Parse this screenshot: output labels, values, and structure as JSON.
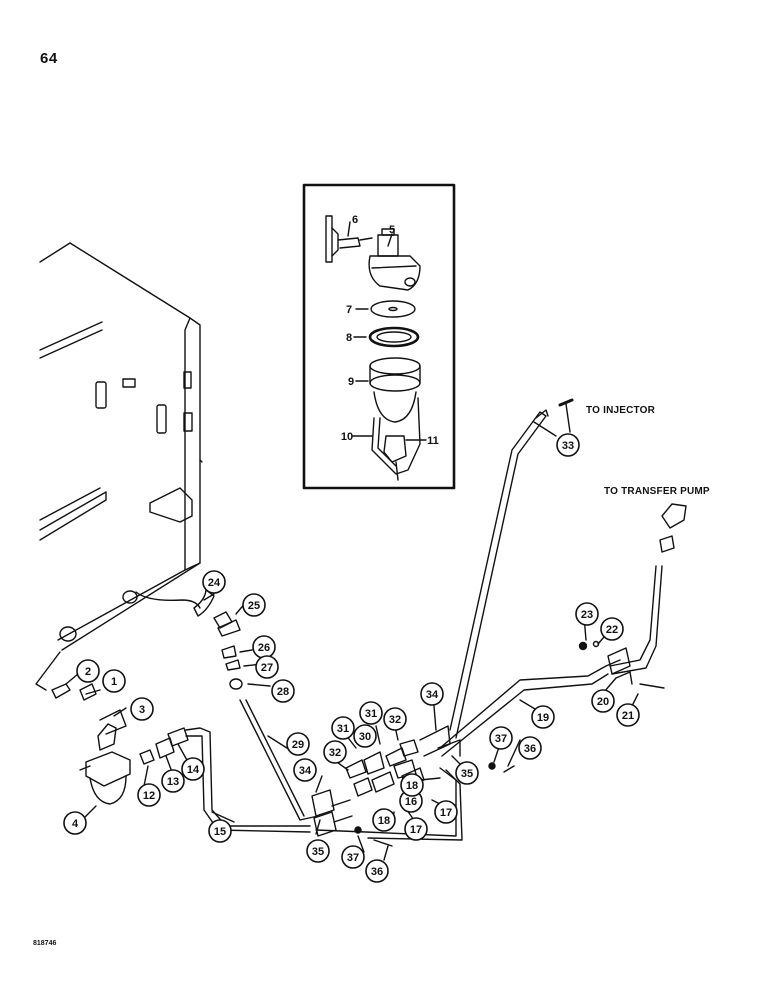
{
  "page_number": "64",
  "figure_code": "818746",
  "labels": {
    "to_injector": "TO INJECTOR",
    "to_transfer_pump": "TO TRANSFER PUMP"
  },
  "callouts": [
    {
      "id": "1",
      "style": "circle"
    },
    {
      "id": "2",
      "style": "circle"
    },
    {
      "id": "3",
      "style": "circle"
    },
    {
      "id": "4",
      "style": "circle"
    },
    {
      "id": "5",
      "style": "plain"
    },
    {
      "id": "6",
      "style": "plain"
    },
    {
      "id": "7",
      "style": "plain"
    },
    {
      "id": "8",
      "style": "plain"
    },
    {
      "id": "9",
      "style": "plain"
    },
    {
      "id": "10",
      "style": "plain"
    },
    {
      "id": "11",
      "style": "plain"
    },
    {
      "id": "12",
      "style": "circle"
    },
    {
      "id": "13",
      "style": "circle"
    },
    {
      "id": "14",
      "style": "circle"
    },
    {
      "id": "15",
      "style": "circle"
    },
    {
      "id": "16",
      "style": "circle"
    },
    {
      "id": "17",
      "style": "circle"
    },
    {
      "id": "17",
      "style": "circle"
    },
    {
      "id": "18",
      "style": "circle"
    },
    {
      "id": "18",
      "style": "circle"
    },
    {
      "id": "19",
      "style": "circle"
    },
    {
      "id": "20",
      "style": "circle"
    },
    {
      "id": "21",
      "style": "circle"
    },
    {
      "id": "22",
      "style": "circle"
    },
    {
      "id": "23",
      "style": "circle"
    },
    {
      "id": "24",
      "style": "circle"
    },
    {
      "id": "25",
      "style": "circle"
    },
    {
      "id": "26",
      "style": "circle"
    },
    {
      "id": "27",
      "style": "circle"
    },
    {
      "id": "28",
      "style": "circle"
    },
    {
      "id": "29",
      "style": "circle"
    },
    {
      "id": "30",
      "style": "circle"
    },
    {
      "id": "31",
      "style": "circle"
    },
    {
      "id": "31",
      "style": "circle"
    },
    {
      "id": "32",
      "style": "circle"
    },
    {
      "id": "32",
      "style": "circle"
    },
    {
      "id": "33",
      "style": "circle"
    },
    {
      "id": "34",
      "style": "circle"
    },
    {
      "id": "34",
      "style": "circle"
    },
    {
      "id": "35",
      "style": "circle"
    },
    {
      "id": "35",
      "style": "circle"
    },
    {
      "id": "36",
      "style": "circle"
    },
    {
      "id": "36",
      "style": "circle"
    },
    {
      "id": "37",
      "style": "circle"
    },
    {
      "id": "37",
      "style": "circle"
    }
  ],
  "colors": {
    "ink": "#111111",
    "paper": "#ffffff",
    "shade": "#555555"
  }
}
